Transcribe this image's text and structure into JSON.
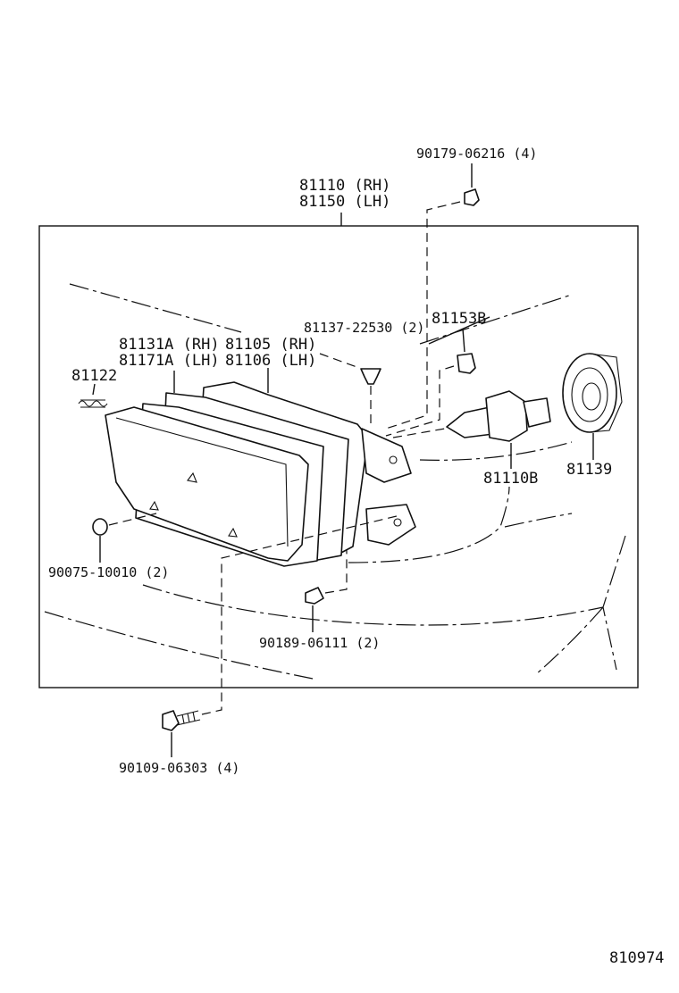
{
  "labels": {
    "screw_top": "90179-06216 (4)",
    "assy_rh": "81110 (RH)",
    "assy_lh": "81150 (LH)",
    "clip": "81137-22530 (2)",
    "socket_cover": "81153B",
    "housing_rh": "81105 (RH)",
    "housing_lh": "81106 (LH)",
    "lens_rh": "81131A (RH)",
    "lens_lh": "81171A (LH)",
    "spring": "81122",
    "bulb": "81110B",
    "dust_cover": "81139",
    "washer": "90075-10010 (2)",
    "nut": "90189-06111 (2)",
    "bolt": "90109-06303 (4)",
    "diagram_id": "810974"
  }
}
